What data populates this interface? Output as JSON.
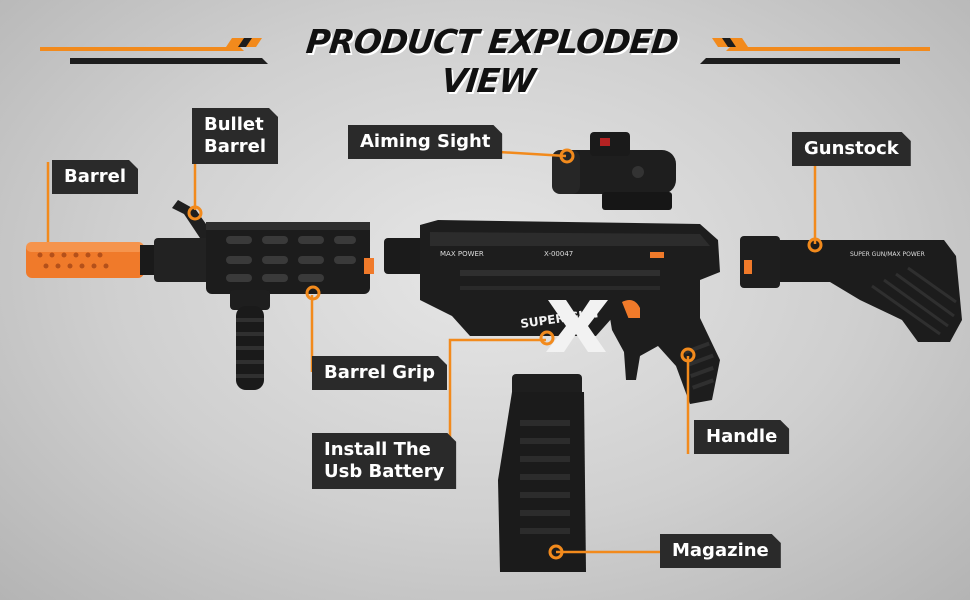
{
  "title": "PRODUCT EXPLODED VIEW",
  "colors": {
    "accent": "#f28a1c",
    "label_bg": "#2a2a2a",
    "body": "#1c1c1c"
  },
  "labels": {
    "barrel": "Barrel",
    "bullet_barrel_1": "Bullet",
    "bullet_barrel_2": "Barrel",
    "aiming_sight": "Aiming Sight",
    "gunstock": "Gunstock",
    "barrel_grip": "Barrel Grip",
    "battery_1": "Install The",
    "battery_2": "Usb Battery",
    "handle": "Handle",
    "magazine": "Magazine"
  },
  "markings": {
    "max_power": "MAX POWER",
    "model": "X-00047",
    "logo": "SUPER GUN",
    "stock_text": "SUPER GUN/MAX POWER"
  }
}
